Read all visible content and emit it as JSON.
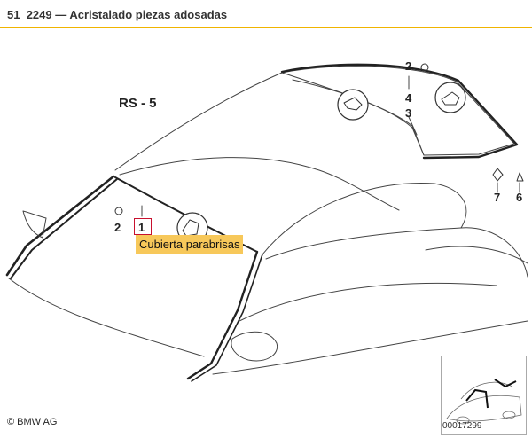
{
  "header": {
    "title": "51_2249 — Acristalado piezas adosadas"
  },
  "diagram": {
    "group_label": "RS - 5",
    "callouts": [
      "2",
      "4",
      "3",
      "2",
      "1",
      "7",
      "6"
    ],
    "tooltip": "Cubierta parabrisas",
    "copyright": "© BMW AG",
    "image_code": "00017299"
  },
  "colors": {
    "accent": "#f0b400",
    "highlight": "#c8102e",
    "tooltip_bg": "#f7c85a"
  }
}
